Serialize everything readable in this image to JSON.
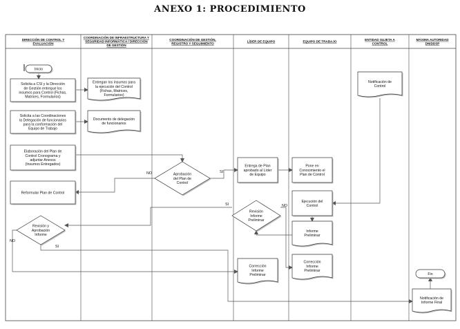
{
  "page": {
    "title": "ANEXO 1: PROCEDIMIENTO"
  },
  "lanes": [
    {
      "id": "l1",
      "lines": [
        "DIRECCIÓN DE CONTROL Y",
        "EVALUACIÓN"
      ]
    },
    {
      "id": "l2",
      "lines": [
        "COORDINACIÓN DE INFRAESTRUCTURA Y",
        "SEGURIDAD INFORMÁTICA / DIRECCIÓN",
        "DE GESTIÓN"
      ]
    },
    {
      "id": "l3",
      "lines": [
        "COORDINACIÓN DE GESTIÓN,",
        "REGISTRO Y SEGUIMIENTO"
      ]
    },
    {
      "id": "l4",
      "lines": [
        "LÍDER DE EQUIPO"
      ]
    },
    {
      "id": "l5",
      "lines": [
        "EQUIPO DE TRABAJO"
      ]
    },
    {
      "id": "l6",
      "lines": [
        "ENTIDAD SUJETA A",
        "CONTROL"
      ]
    },
    {
      "id": "l7",
      "lines": [
        "MÁXIMA AUTORIDAD",
        "DNIDDSP"
      ]
    }
  ],
  "nodes": [
    {
      "id": "inicio",
      "shape": "terminator",
      "lines": [
        "Inicio"
      ]
    },
    {
      "id": "solicita-csi",
      "shape": "process",
      "lines": [
        "Solicita a CSI y la Dirección",
        "de Gestión entregue los",
        "insumos para Control (Fichas,",
        "Matrices, Formularios)"
      ]
    },
    {
      "id": "entregan-insumos",
      "shape": "document",
      "lines": [
        "Entregan los insumos para",
        "la ejecución del Control",
        "(Fichas, Matrices,",
        "Formularios)"
      ]
    },
    {
      "id": "solicita-coordinaciones",
      "shape": "process",
      "lines": [
        "Solicita a las Coordinaciones",
        "la Delegación de funcionarios",
        "para la conformación del",
        "Equipo de Trabajo"
      ]
    },
    {
      "id": "doc-delegacion",
      "shape": "document",
      "lines": [
        "Documento de delegación",
        "de funcionarios"
      ]
    },
    {
      "id": "elaboracion-plan",
      "shape": "process",
      "lines": [
        "Elaboración del Plan de",
        "Control Cronograma y",
        "adjuntar Anexos",
        "(Insumos Entregados)"
      ]
    },
    {
      "id": "aprobacion-plan",
      "shape": "decision",
      "lines": [
        "Aprobación",
        "del Plan de",
        "Control"
      ]
    },
    {
      "id": "reformular-plan",
      "shape": "process",
      "lines": [
        "Reformular Plan de Control"
      ]
    },
    {
      "id": "entrega-plan",
      "shape": "process",
      "lines": [
        "Entrega de Plan",
        "aprobado al Líder",
        "de Equipo"
      ]
    },
    {
      "id": "pone-conocimiento",
      "shape": "process",
      "lines": [
        "Pone en",
        "Conocimiento el",
        "Plan de Control"
      ]
    },
    {
      "id": "notificacion-control",
      "shape": "document",
      "lines": [
        "Notificación de",
        "Control"
      ]
    },
    {
      "id": "ejecucion-control",
      "shape": "process",
      "lines": [
        "Ejecución del",
        "Control"
      ]
    },
    {
      "id": "revision-informe-lider",
      "shape": "decision",
      "lines": [
        "Revisión",
        "Informe",
        "Preliminar"
      ]
    },
    {
      "id": "revision-aprobacion-informe",
      "shape": "decision",
      "lines": [
        "Revisión y",
        "Aprobación",
        "Informe"
      ]
    },
    {
      "id": "informe-preliminar",
      "shape": "document",
      "lines": [
        "Informe",
        "Preliminar"
      ]
    },
    {
      "id": "correccion-informe-equipo",
      "shape": "document",
      "lines": [
        "Corrección",
        "Informe",
        "Preliminar"
      ]
    },
    {
      "id": "correccion-informe-lider",
      "shape": "document",
      "lines": [
        "Corrección",
        "Informe",
        "Preliminar"
      ]
    },
    {
      "id": "fin",
      "shape": "terminator",
      "lines": [
        "Fin"
      ]
    },
    {
      "id": "notificacion-informe-final",
      "shape": "document",
      "lines": [
        "Notificación de",
        "Informe Final"
      ]
    }
  ],
  "edges": [
    {
      "id": "e-inicio",
      "from": "inicio",
      "to": "solicita-csi",
      "label": ""
    },
    {
      "id": "e-insumos",
      "from": "solicita-csi",
      "to": "entregan-insumos",
      "label": ""
    },
    {
      "id": "e-delegacion",
      "from": "solicita-coordinaciones",
      "to": "doc-delegacion",
      "label": ""
    },
    {
      "id": "e-plan-aprobacion",
      "from": "elaboracion-plan",
      "to": "aprobacion-plan",
      "label": ""
    },
    {
      "id": "e-aprob-si",
      "from": "aprobacion-plan",
      "to": "entrega-plan",
      "label": "SI"
    },
    {
      "id": "e-aprob-no",
      "from": "aprobacion-plan",
      "to": "reformular-plan",
      "label": "NO"
    },
    {
      "id": "e-pone",
      "from": "entrega-plan",
      "to": "pone-conocimiento",
      "label": ""
    },
    {
      "id": "e-notif-ejec",
      "from": "notificacion-control",
      "to": "ejecucion-control",
      "label": ""
    },
    {
      "id": "e-ejec-inf",
      "from": "ejecucion-control",
      "to": "informe-preliminar",
      "label": ""
    },
    {
      "id": "e-inf-rev",
      "from": "informe-preliminar",
      "to": "revision-informe-lider",
      "label": ""
    },
    {
      "id": "e-revlider-si",
      "from": "revision-informe-lider",
      "to": "revision-aprobacion-informe",
      "label": "SI"
    },
    {
      "id": "e-revlider-no",
      "from": "revision-informe-lider",
      "to": "correccion-informe-equipo",
      "label": "NO"
    },
    {
      "id": "e-revaprob-si",
      "from": "revision-aprobacion-informe",
      "to": "notificacion-informe-final",
      "label": "SI"
    },
    {
      "id": "e-revaprob-no",
      "from": "revision-aprobacion-informe",
      "to": "correccion-informe-lider",
      "label": "NO"
    },
    {
      "id": "e-final-fin",
      "from": "notificacion-informe-final",
      "to": "fin",
      "label": ""
    }
  ]
}
